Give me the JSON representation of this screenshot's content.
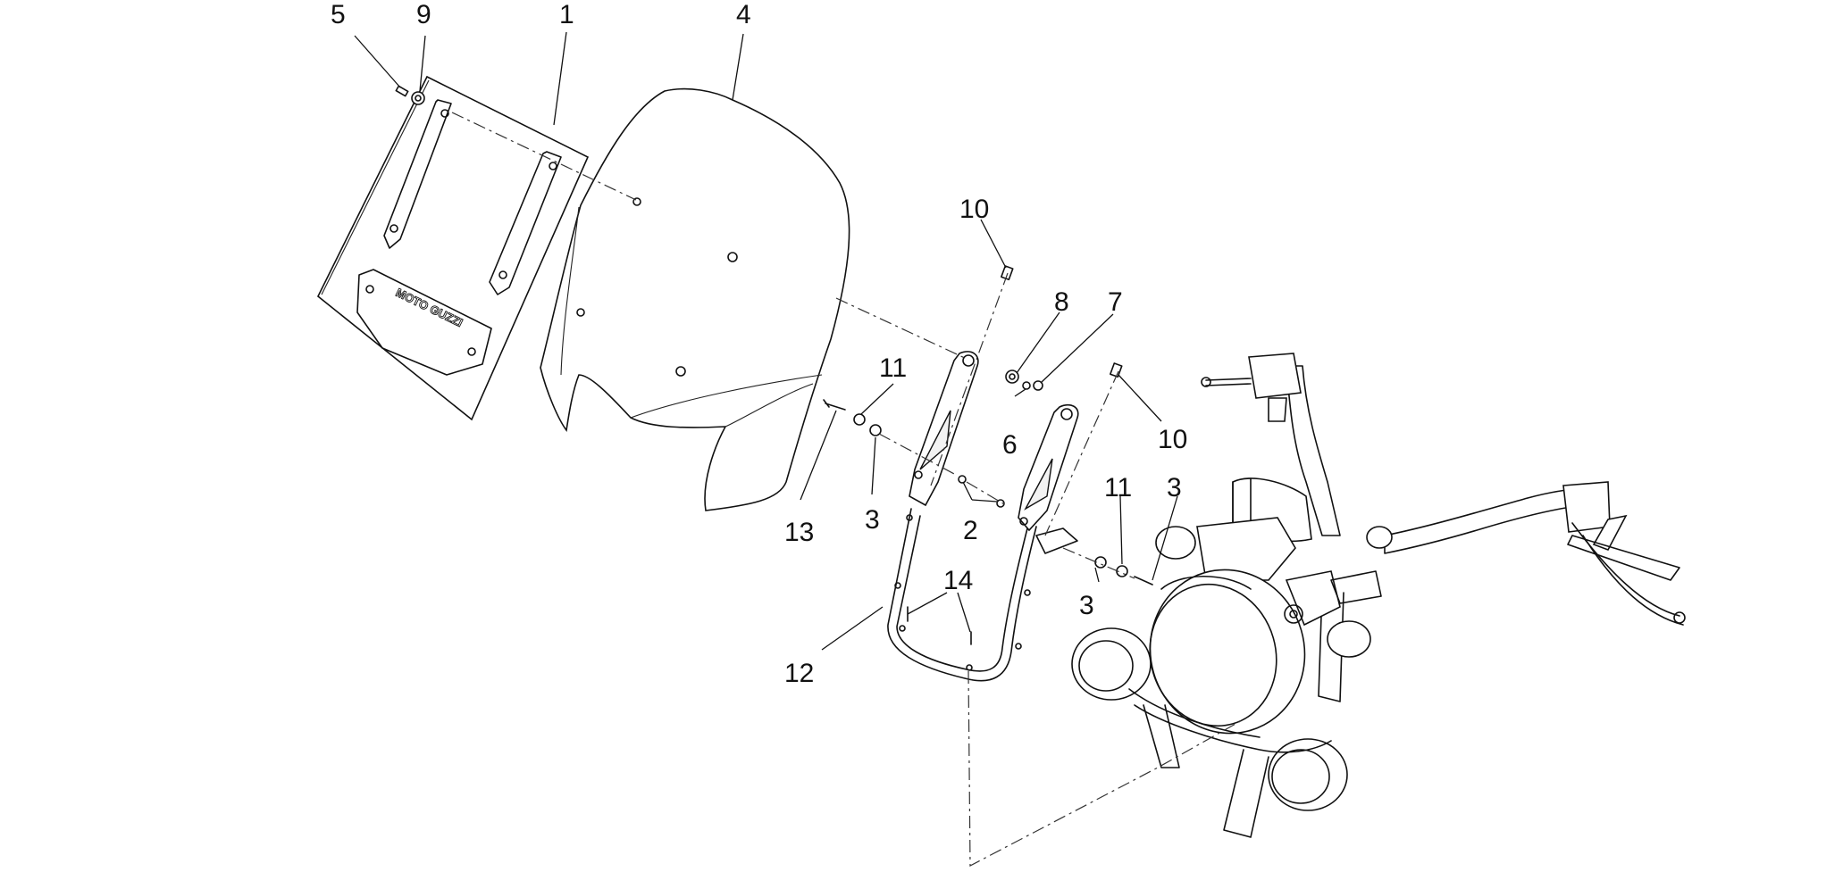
{
  "diagram": {
    "callouts": [
      {
        "id": "c5",
        "label": "5"
      },
      {
        "id": "c9",
        "label": "9"
      },
      {
        "id": "c1",
        "label": "1"
      },
      {
        "id": "c4",
        "label": "4"
      },
      {
        "id": "c10a",
        "label": "10"
      },
      {
        "id": "c8",
        "label": "8"
      },
      {
        "id": "c7",
        "label": "7"
      },
      {
        "id": "c11a",
        "label": "11"
      },
      {
        "id": "c6",
        "label": "6"
      },
      {
        "id": "c10b",
        "label": "10"
      },
      {
        "id": "c13",
        "label": "13"
      },
      {
        "id": "c3a",
        "label": "3"
      },
      {
        "id": "c2",
        "label": "2"
      },
      {
        "id": "c11b",
        "label": "11"
      },
      {
        "id": "c3b",
        "label": "3"
      },
      {
        "id": "c14",
        "label": "14"
      },
      {
        "id": "c3c",
        "label": "3"
      },
      {
        "id": "c12",
        "label": "12"
      }
    ],
    "logo_text": "MOTO GUZZI"
  }
}
